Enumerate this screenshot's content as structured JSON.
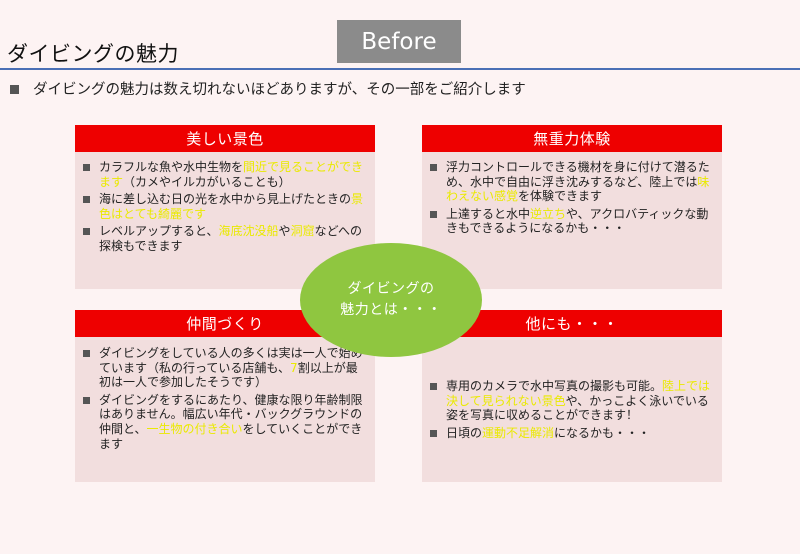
{
  "header": {
    "title": "ダイビングの魅力",
    "badge": "Before"
  },
  "intro": "ダイビングの魅力は数え切れないほどありますが、その一部をご紹介します",
  "center": {
    "line1": "ダイビングの",
    "line2": "魅力とは・・・"
  },
  "cards": {
    "beauty": {
      "title": "美しい景色",
      "b1": {
        "a": "カラフルな魚や水中生物を",
        "h1": "間近で見ることが",
        "h2": "できます",
        "b": "（カメやイルカがいることも）"
      },
      "b2": {
        "a": "海に差し込む日の光を水中から見上げたときの",
        "h": "景色はとても綺麗です"
      },
      "b3": {
        "a": "レベルアップすると、",
        "h": "海底沈没船",
        "b": "や",
        "h2": "洞窟",
        "c": "などへの探検もできます"
      }
    },
    "zero_g": {
      "title": "無重力体験",
      "b1": {
        "a": "浮力コントロールできる機材を身に付けて潜るため、水中で自由に浮き沈みするなど、陸上では",
        "h": "味わえない感覚",
        "b": "を体験できます"
      },
      "b2": {
        "a": "上達すると水中",
        "h": "逆立ち",
        "b": "や、アクロバティックな動きもできるようになるかも・・・"
      }
    },
    "friends": {
      "title": "仲間づくり",
      "b1": {
        "a": "ダイビングをしている人の多くは実は一人で始めています（私の行っている店舗も、",
        "h": "7",
        "b": "割以上が最初は一人で参加したそうです）"
      },
      "b2": {
        "a": "ダイビングをするにあたり、健康な限り年齢制限はありません。幅広い年代・バックグラウンドの仲間と、",
        "h": "一生物の付き合い",
        "b": "をしていくことができます"
      }
    },
    "other": {
      "title": "他にも・・・",
      "b1": {
        "a": "専用のカメラで水中写真の撮影も可能。",
        "h": "陸上では決して見られない景色",
        "b": "や、かっこよく泳いでいる姿を写真に収めることができます！"
      },
      "b2": {
        "a": "日頃の",
        "h": "運動不足解消",
        "b": "になるかも・・・"
      }
    }
  },
  "colors": {
    "header_red": "#ee0000",
    "card_bg": "#f2dede",
    "circle_green": "#8fc640",
    "highlight": "#ffff00",
    "rule_blue": "#4a6fb5"
  }
}
